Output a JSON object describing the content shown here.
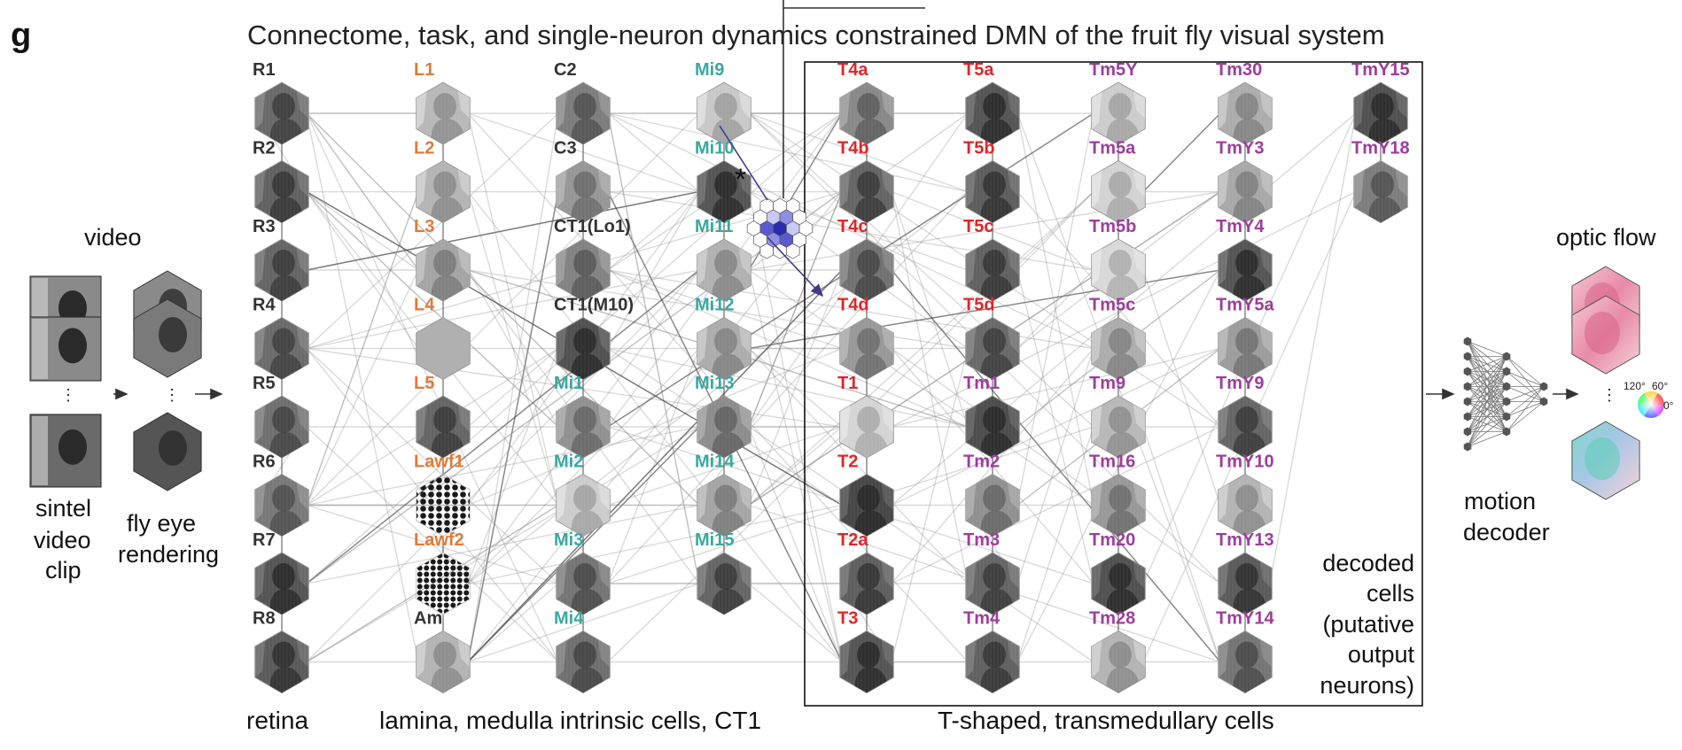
{
  "panel_letter": "g",
  "title": "Connectome, task, and single-neuron dynamics constrained DMN of the fruit fly visual system",
  "left": {
    "video_label": "video",
    "clip_label_lines": [
      "sintel",
      "video",
      "clip"
    ],
    "render_label_lines": [
      "fly eye",
      "rendering"
    ],
    "ellipsis": "⋮"
  },
  "group_labels": {
    "retina": "retina",
    "lamina_medulla": "lamina, medulla intrinsic cells, CT1",
    "t_shaped": "T-shaped, transmedullary cells"
  },
  "decoded_label_lines": [
    "decoded",
    "cells",
    "(putative",
    "output",
    "neurons)"
  ],
  "right": {
    "decoder_label_lines": [
      "motion",
      "decoder"
    ],
    "optic_flow_label": "optic flow",
    "color_wheel_labels": [
      "120°",
      "60°",
      "0°"
    ],
    "ellipsis": "⋮"
  },
  "asterisk": "*",
  "colors": {
    "retina": "#333333",
    "lamina": "#e07b39",
    "medulla_intrinsic": "#3aa8a0",
    "t_shaped": "#e0262b",
    "transmedullary": "#9e3d9e",
    "other": "#333333",
    "highlight": "#2b2b9e"
  },
  "columns": [
    {
      "cells": [
        {
          "name": "R1",
          "group": "retina",
          "shade": 0.32
        },
        {
          "name": "R2",
          "group": "retina",
          "shade": 0.28
        },
        {
          "name": "R3",
          "group": "retina",
          "shade": 0.3
        },
        {
          "name": "R4",
          "group": "retina",
          "shade": 0.33
        },
        {
          "name": "R5",
          "group": "retina",
          "shade": 0.35
        },
        {
          "name": "R6",
          "group": "retina",
          "shade": 0.4
        },
        {
          "name": "R7",
          "group": "retina",
          "shade": 0.22
        },
        {
          "name": "R8",
          "group": "retina",
          "shade": 0.25
        }
      ]
    },
    {
      "cells": [
        {
          "name": "L1",
          "group": "lamina",
          "shade": 0.72
        },
        {
          "name": "L2",
          "group": "lamina",
          "shade": 0.7
        },
        {
          "name": "L3",
          "group": "lamina",
          "shade": 0.62
        },
        {
          "name": "L4",
          "group": "lamina",
          "shade": 0.68,
          "style": "flat"
        },
        {
          "name": "L5",
          "group": "lamina",
          "shade": 0.3
        },
        {
          "name": "Lawf1",
          "group": "lamina",
          "shade": 0.5,
          "style": "dots"
        },
        {
          "name": "Lawf2",
          "group": "lamina",
          "shade": 0.5,
          "style": "dots"
        },
        {
          "name": "Am",
          "group": "other",
          "shade": 0.7
        }
      ]
    },
    {
      "cells": [
        {
          "name": "C2",
          "group": "other",
          "shade": 0.42
        },
        {
          "name": "C3",
          "group": "other",
          "shade": 0.55
        },
        {
          "name": "CT1(Lo1)",
          "group": "other",
          "shade": 0.45
        },
        {
          "name": "CT1(M10)",
          "group": "other",
          "shade": 0.2
        },
        {
          "name": "Mi1",
          "group": "medulla_intrinsic",
          "shade": 0.52
        },
        {
          "name": "Mi2",
          "group": "medulla_intrinsic",
          "shade": 0.82
        },
        {
          "name": "Mi3",
          "group": "medulla_intrinsic",
          "shade": 0.38
        },
        {
          "name": "Mi4",
          "group": "medulla_intrinsic",
          "shade": 0.35
        }
      ]
    },
    {
      "cells": [
        {
          "name": "Mi9",
          "group": "medulla_intrinsic",
          "shade": 0.8
        },
        {
          "name": "Mi10",
          "group": "medulla_intrinsic",
          "shade": 0.22
        },
        {
          "name": "Mi11",
          "group": "medulla_intrinsic",
          "shade": 0.68
        },
        {
          "name": "Mi12",
          "group": "medulla_intrinsic",
          "shade": 0.66
        },
        {
          "name": "Mi13",
          "group": "medulla_intrinsic",
          "shade": 0.5
        },
        {
          "name": "Mi14",
          "group": "medulla_intrinsic",
          "shade": 0.62
        },
        {
          "name": "Mi15",
          "group": "medulla_intrinsic",
          "shade": 0.3
        },
        {
          "name": "",
          "group": "medulla_intrinsic",
          "shade": 0.0,
          "style": "none"
        }
      ]
    },
    {
      "cells": [
        {
          "name": "T4a",
          "group": "t_shaped",
          "shade": 0.48
        },
        {
          "name": "T4b",
          "group": "t_shaped",
          "shade": 0.3
        },
        {
          "name": "T4c",
          "group": "t_shaped",
          "shade": 0.36
        },
        {
          "name": "T4d",
          "group": "t_shaped",
          "shade": 0.56
        },
        {
          "name": "T1",
          "group": "t_shaped",
          "shade": 0.86
        },
        {
          "name": "T2",
          "group": "t_shaped",
          "shade": 0.15
        },
        {
          "name": "T2a",
          "group": "t_shaped",
          "shade": 0.27
        },
        {
          "name": "T3",
          "group": "t_shaped",
          "shade": 0.22
        }
      ]
    },
    {
      "cells": [
        {
          "name": "T5a",
          "group": "t_shaped",
          "shade": 0.22
        },
        {
          "name": "T5b",
          "group": "t_shaped",
          "shade": 0.26
        },
        {
          "name": "T5c",
          "group": "t_shaped",
          "shade": 0.28
        },
        {
          "name": "T5d",
          "group": "t_shaped",
          "shade": 0.32
        },
        {
          "name": "Tm1",
          "group": "transmedullary",
          "shade": 0.18
        },
        {
          "name": "Tm2",
          "group": "transmedullary",
          "shade": 0.52
        },
        {
          "name": "Tm3",
          "group": "transmedullary",
          "shade": 0.3
        },
        {
          "name": "Tm4",
          "group": "transmedullary",
          "shade": 0.28
        }
      ]
    },
    {
      "cells": [
        {
          "name": "Tm5Y",
          "group": "transmedullary",
          "shade": 0.82
        },
        {
          "name": "Tm5a",
          "group": "transmedullary",
          "shade": 0.85
        },
        {
          "name": "Tm5b",
          "group": "transmedullary",
          "shade": 0.88
        },
        {
          "name": "Tm5c",
          "group": "transmedullary",
          "shade": 0.66
        },
        {
          "name": "Tm9",
          "group": "transmedullary",
          "shade": 0.72
        },
        {
          "name": "Tm16",
          "group": "transmedullary",
          "shade": 0.56
        },
        {
          "name": "Tm20",
          "group": "transmedullary",
          "shade": 0.2
        },
        {
          "name": "Tm28",
          "group": "transmedullary",
          "shade": 0.7
        }
      ]
    },
    {
      "cells": [
        {
          "name": "Tm30",
          "group": "transmedullary",
          "shade": 0.66
        },
        {
          "name": "TmY3",
          "group": "transmedullary",
          "shade": 0.64
        },
        {
          "name": "TmY4",
          "group": "transmedullary",
          "shade": 0.22
        },
        {
          "name": "TmY5a",
          "group": "transmedullary",
          "shade": 0.58
        },
        {
          "name": "TmY9",
          "group": "transmedullary",
          "shade": 0.3
        },
        {
          "name": "TmY10",
          "group": "transmedullary",
          "shade": 0.7
        },
        {
          "name": "TmY13",
          "group": "transmedullary",
          "shade": 0.25
        },
        {
          "name": "TmY14",
          "group": "transmedullary",
          "shade": 0.38
        }
      ]
    },
    {
      "cells": [
        {
          "name": "TmY15",
          "group": "transmedullary",
          "shade": 0.2
        },
        {
          "name": "TmY18",
          "group": "transmedullary",
          "shade": 0.42
        }
      ]
    }
  ]
}
